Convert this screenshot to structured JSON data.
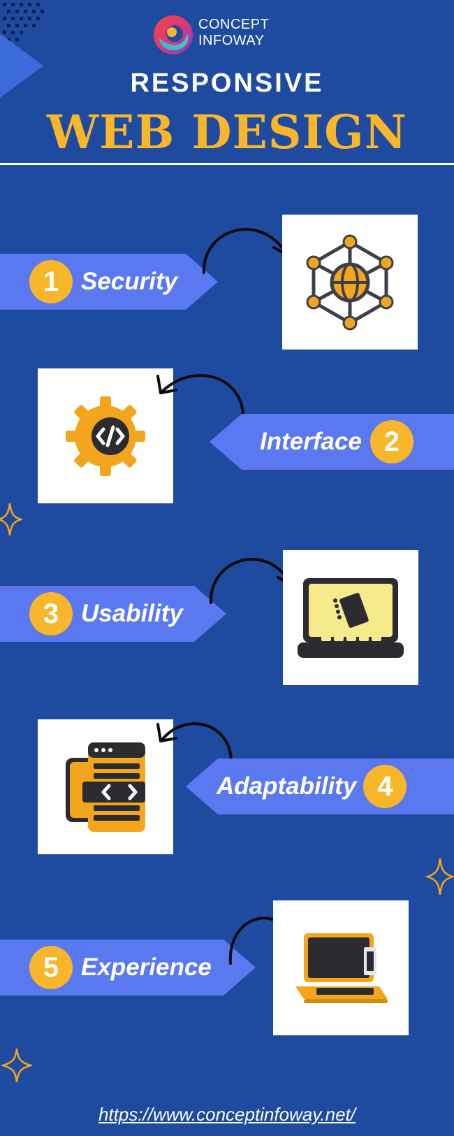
{
  "brand": {
    "line1": "CONCEPT",
    "line2": "INFOWAY"
  },
  "title": {
    "line1": "RESPONSIVE",
    "line2": "WEB DESIGN"
  },
  "items": [
    {
      "number": "1",
      "label": "Security",
      "icon": "globe-network-icon"
    },
    {
      "number": "2",
      "label": "Interface",
      "icon": "gear-code-icon"
    },
    {
      "number": "3",
      "label": "Usability",
      "icon": "laptop-notebook-icon"
    },
    {
      "number": "4",
      "label": "Adaptability",
      "icon": "browser-window-icon"
    },
    {
      "number": "5",
      "label": "Experience",
      "icon": "laptop-icon"
    }
  ],
  "footer": {
    "url": "https://www.conceptinfoway.net/"
  },
  "colors": {
    "background": "#1e4aa0",
    "banner": "#5a78f0",
    "accent": "#f8b62a",
    "text": "#ffffff"
  }
}
